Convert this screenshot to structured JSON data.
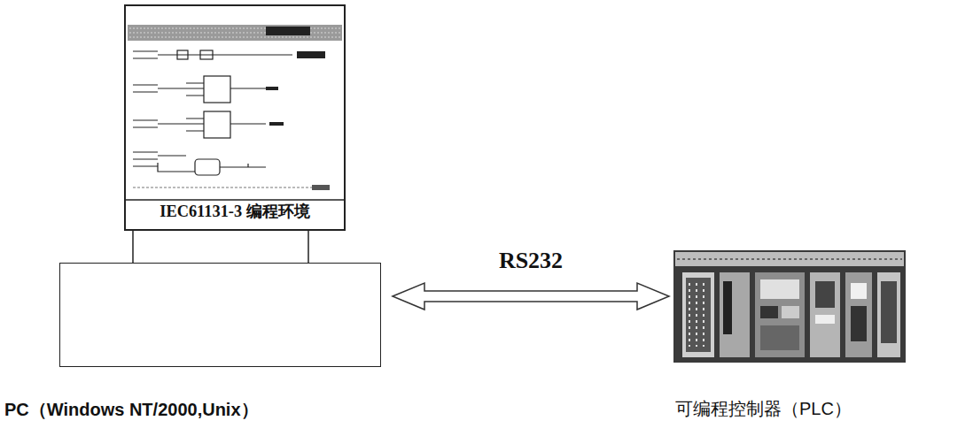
{
  "diagram": {
    "nodes": [
      {
        "text": [
          "IEC61131-3 编程环境"
        ]
      },
      {
        "text": [
          "PC（Windows NT/2000,Unix）"
        ]
      },
      {
        "text": [
          "可编程控制器（PLC）"
        ]
      }
    ],
    "edges": [
      {
        "from": 0,
        "to": 1,
        "arrow": "none"
      },
      {
        "from": 1,
        "to": 2,
        "arrow": "both",
        "label": "RS232"
      }
    ]
  }
}
